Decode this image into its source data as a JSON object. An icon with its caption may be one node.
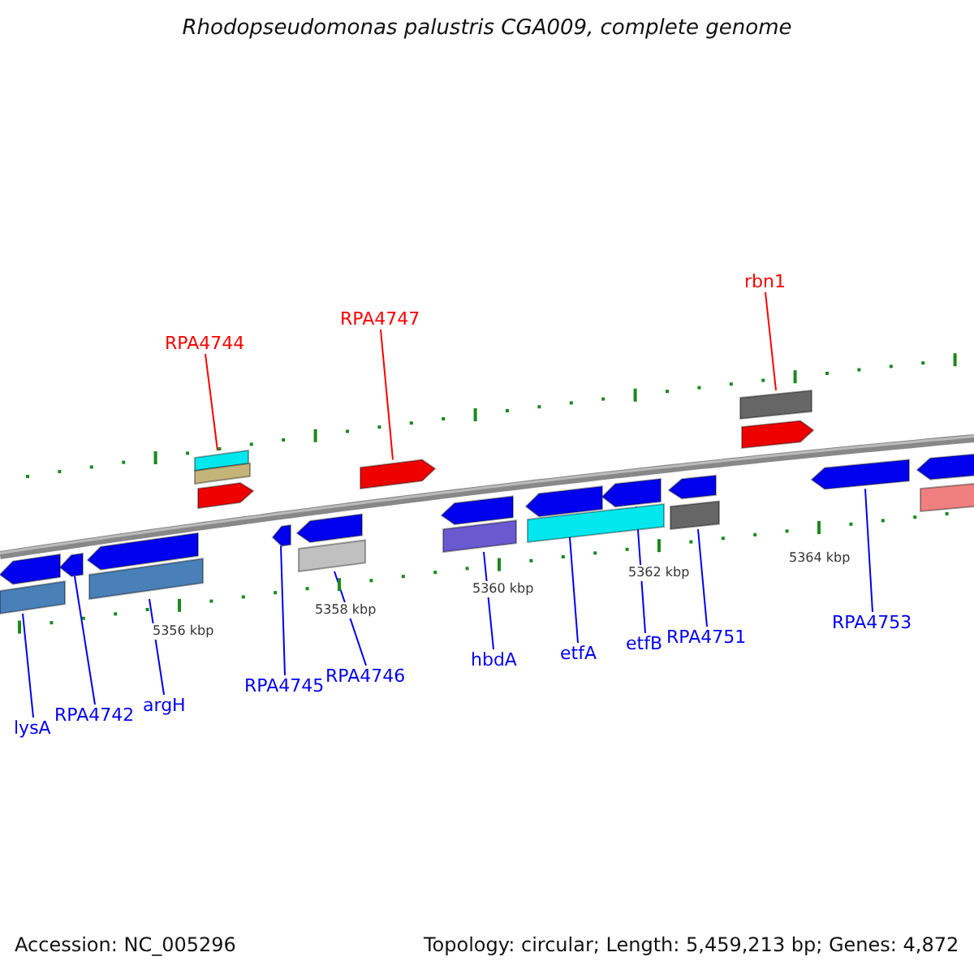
{
  "diagram": {
    "title": "Rhodopseudomonas palustris CGA009, complete genome",
    "nodes": [
      {
        "text": [
          "RPA4744"
        ]
      },
      {
        "text": [],
        "shape": "arrow"
      },
      {
        "text": [
          "RPA4747"
        ]
      },
      {
        "text": [],
        "shape": "arrow"
      },
      {
        "text": [
          "rbn1"
        ]
      },
      {
        "text": [],
        "shape": "arrow"
      },
      {
        "text": [],
        "shape": "arrow"
      },
      {
        "text": [],
        "shape": "arrow"
      },
      {
        "text": [],
        "shape": "arrow"
      },
      {
        "text": [],
        "shape": "arrow"
      },
      {
        "text": [],
        "shape": "arrow"
      },
      {
        "text": [],
        "shape": "arrow"
      },
      {
        "text": [],
        "shape": "arrow"
      },
      {
        "text": [],
        "shape": "arrow"
      },
      {
        "text": [],
        "shape": "arrow"
      },
      {
        "text": [],
        "shape": "arrow"
      },
      {
        "text": [
          "lysA"
        ]
      },
      {
        "text": [
          "RPA4742"
        ]
      },
      {
        "text": [
          "argH"
        ]
      },
      {
        "text": [
          "RPA4745"
        ]
      },
      {
        "text": [
          "RPA4746"
        ]
      },
      {
        "text": [
          "hbdA"
        ]
      },
      {
        "text": [
          "etfA"
        ]
      },
      {
        "text": [
          "etfB"
        ]
      },
      {
        "text": [
          "RPA4751"
        ]
      },
      {
        "text": [
          "RPA4753"
        ]
      },
      {
        "text": [],
        "shape": "bar"
      },
      {
        "text": [],
        "shape": "arrow"
      }
    ],
    "edges": [
      {
        "from": 0,
        "to": 1,
        "arrow": "none",
        "color": "#ff0000"
      },
      {
        "from": 2,
        "to": 3,
        "arrow": "none",
        "color": "#ff0000"
      },
      {
        "from": 4,
        "to": 5,
        "arrow": "none",
        "color": "#ff0000"
      },
      {
        "from": 16,
        "to": 6,
        "arrow": "none"
      },
      {
        "from": 17,
        "to": 7,
        "arrow": "none"
      },
      {
        "from": 18,
        "to": 8,
        "arrow": "none"
      },
      {
        "from": 19,
        "to": 9,
        "arrow": "none"
      },
      {
        "from": 20,
        "to": 10,
        "arrow": "none"
      },
      {
        "from": 21,
        "to": 11,
        "arrow": "none"
      },
      {
        "from": 22,
        "to": 12,
        "arrow": "none"
      },
      {
        "from": 23,
        "to": 13,
        "arrow": "none"
      },
      {
        "from": 24,
        "to": 14,
        "arrow": "none"
      },
      {
        "from": 25,
        "to": 15,
        "arrow": "none"
      }
    ],
    "labels": [
      "5356 kbp",
      "5358 kbp",
      "5360 kbp",
      "5362 kbp",
      "5364 kbp",
      "Accession: NC_005296",
      "Topology: circular; Length: 5,459,213 bp; Genes: 4,872"
    ]
  }
}
